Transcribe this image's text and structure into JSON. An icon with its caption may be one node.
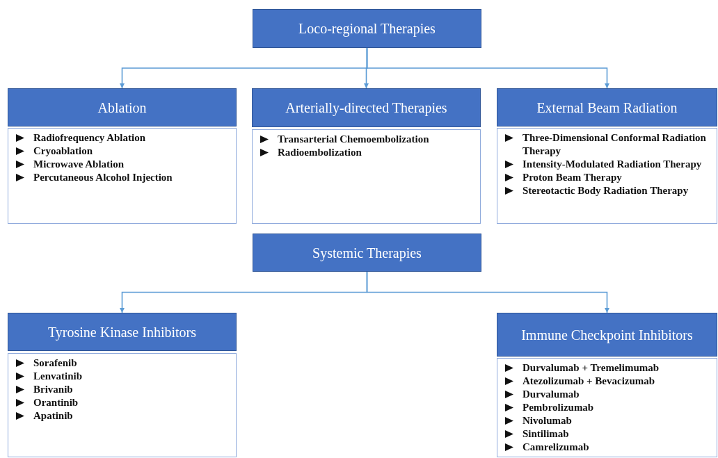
{
  "diagram": {
    "nodes": [
      {
        "text": [
          "Loco-regional Therapies"
        ]
      },
      {
        "text": [
          "Ablation"
        ]
      },
      {
        "text": [
          "Radiofrequency Ablation",
          "Cryoablation",
          "Microwave Ablation",
          "Percutaneous Alcohol Injection"
        ]
      },
      {
        "text": [
          "Arterially-directed Therapies"
        ]
      },
      {
        "text": [
          "Transarterial Chemoembolization",
          "Radioembolization"
        ]
      },
      {
        "text": [
          "External Beam Radiation"
        ]
      },
      {
        "text": [
          "Three-Dimensional Conformal Radiation Therapy",
          "Intensity-Modulated Radiation Therapy",
          "Proton Beam Therapy",
          "Stereotactic Body Radiation Therapy"
        ]
      },
      {
        "text": [
          "Systemic Therapies"
        ]
      },
      {
        "text": [
          "Tyrosine Kinase Inhibitors"
        ]
      },
      {
        "text": [
          "Sorafenib",
          "Lenvatinib",
          "Brivanib",
          "Orantinib",
          "Apatinib"
        ]
      },
      {
        "text": [
          "Immune Checkpoint Inhibitors"
        ]
      },
      {
        "text": [
          "Durvalumab + Tremelimumab",
          "Atezolizumab + Bevacizumab",
          "Durvalumab",
          "Pembrolizumab",
          "Nivolumab",
          "Sintilimab",
          "Camrelizumab"
        ]
      }
    ],
    "edges": [
      {
        "from": 0,
        "to": 1,
        "arrow": "to"
      },
      {
        "from": 0,
        "to": 3,
        "arrow": "to"
      },
      {
        "from": 0,
        "to": 5,
        "arrow": "to"
      },
      {
        "from": 7,
        "to": 8,
        "arrow": "to"
      },
      {
        "from": 7,
        "to": 10,
        "arrow": "to"
      }
    ]
  }
}
